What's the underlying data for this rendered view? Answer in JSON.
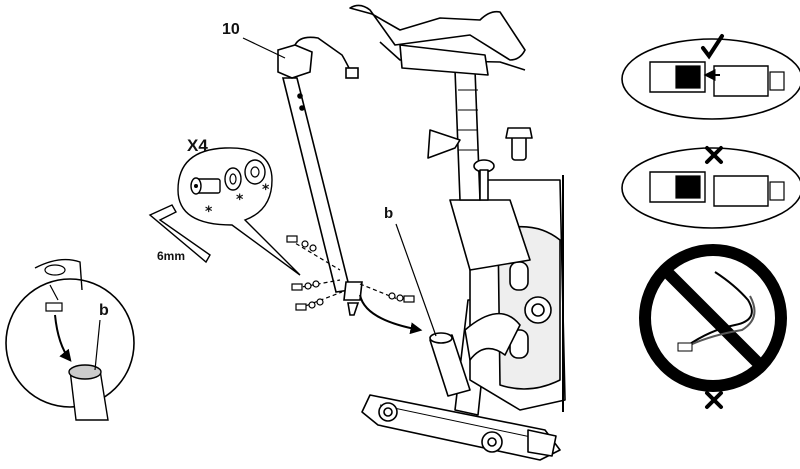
{
  "labels": {
    "part_number": "10",
    "bolt_count": "X4",
    "wrench_size": "6mm",
    "callout_main": "b",
    "callout_inset": "b",
    "star": "*"
  },
  "icons": {
    "connector_ok": "checkmark-icon",
    "connector_bad": "cross-icon",
    "cable_prohibited": "prohibition-icon"
  }
}
